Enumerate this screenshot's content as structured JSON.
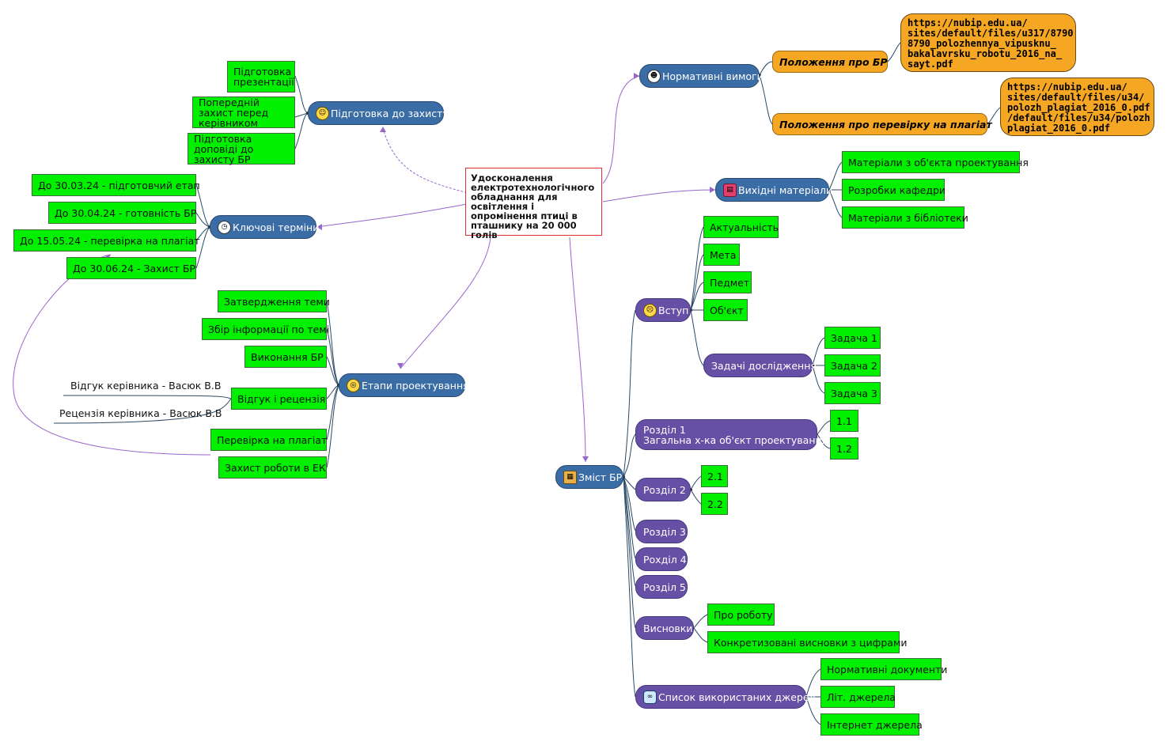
{
  "center": "Удосконалення електротехнологічного обладнання для освітлення і опромінення птиці в пташнику на 20 000 голів",
  "prep": {
    "label": "Підготовка до захисту",
    "items": [
      "Підготовка презентації",
      "Попередній захист перед керівником",
      "Підготовка доповіді до захисту БР"
    ]
  },
  "deadlines": {
    "label": "Ключові терміни",
    "items": [
      "До 30.03.24 - підготовчий етап",
      "До 30.04.24 - готовність БР",
      "До 15.05.24 - перевірка на плагіат",
      "До 30.06.24 - Захист БР"
    ]
  },
  "stages": {
    "label": "Етапи проектування",
    "items": [
      "Затвердження теми",
      "Збір інформації по темі",
      "Виконання БР",
      "Відгук і рецензія",
      "Перевірка на плагіат",
      "Захист роботи в ЕК"
    ],
    "reviews": [
      "Відгук керівника - Васюк В.В",
      "Рецензія керівника - Васюк В.В"
    ]
  },
  "norms": {
    "label": "Нормативні вимоги",
    "docs": [
      "Положення про БР",
      "Положення про перевірку на плагіат"
    ],
    "urls": [
      "https://nubip.edu.ua/ sites/default/files/u317/8790 8790_polozhennya_vipusknu_ bakalavrsku_robotu_2016_na_ sayt.pdf",
      "https://nubip.edu.ua/ sites/default/files/u34/ polozh_plagiat_2016_0.pdf /default/files/u34/polozh plagiat_2016_0.pdf"
    ]
  },
  "source": {
    "label": "Вихідні матеріали",
    "items": [
      "Матеріали з об'єкта проектування",
      "Розробки кафедри",
      "Матеріали з бібліотеки"
    ]
  },
  "content": {
    "label": "Зміст БР",
    "intro": {
      "label": "Вступ",
      "items": [
        "Актуальність",
        "Мета",
        "Педмет",
        "Об'єкт"
      ],
      "tasks_label": "Задачі дослідження",
      "tasks": [
        "Задача 1",
        "Задача 2",
        "Задача 3"
      ]
    },
    "sec1": {
      "line1": "Розділ 1",
      "line2": "Загальна х-ка об'єкт проектування",
      "items": [
        "1.1",
        "1.2"
      ]
    },
    "sec2": {
      "label": "Розділ 2",
      "items": [
        "2.1",
        "2.2"
      ]
    },
    "sec3": "Розділ 3",
    "sec4": "Рохділ 4",
    "sec5": "Розділ 5",
    "conclusions": {
      "label": "Висновки",
      "items": [
        "Про роботу",
        "Конкретизовані висновки з цифрами"
      ]
    },
    "refs": {
      "label": "Список використаних джерел",
      "items": [
        "Нормативні документи",
        "Літ. джерела",
        "Інтернет джерела"
      ]
    }
  },
  "colors": {
    "green_node": "#00f000",
    "blue_node": "#3a6ca6",
    "purple_node": "#6650a5",
    "orange_node": "#f5a623",
    "center_border": "#e03030",
    "link_purple": "#9966cc",
    "link_dark": "#2a4a66"
  },
  "icons": {
    "prep": "smiley-icon",
    "deadlines": "clock-icon",
    "stages": "glasses-face-icon",
    "norms": "robot-icon",
    "source": "books-icon",
    "content": "book-icon",
    "intro": "worried-face-icon",
    "refs": "binoculars-icon"
  }
}
